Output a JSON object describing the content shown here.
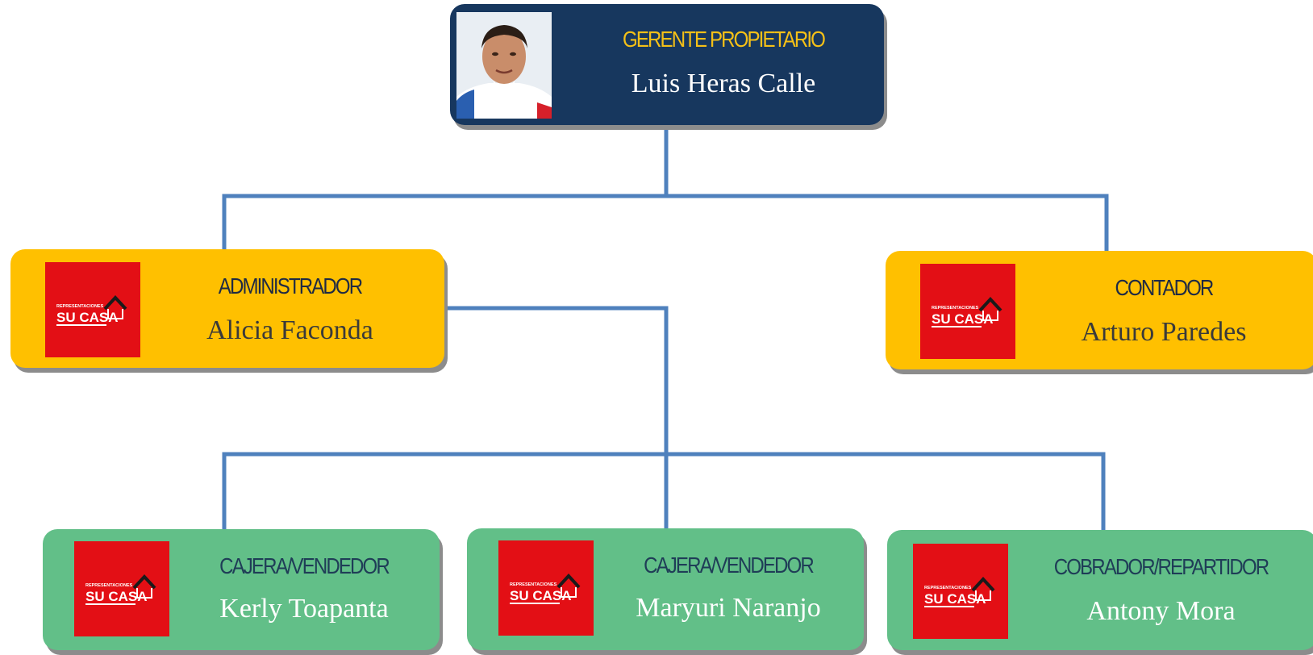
{
  "nodes": {
    "gerente": {
      "role": "GERENTE PROPIETARIO",
      "name": "Luis Heras Calle"
    },
    "administrador": {
      "role": "ADMINISTRADOR",
      "name": "Alicia Faconda"
    },
    "contador": {
      "role": "CONTADOR",
      "name": "Arturo Paredes"
    },
    "cajera1": {
      "role": "CAJERA/VENDEDOR",
      "name": "Kerly Toapanta"
    },
    "cajera2": {
      "role": "CAJERA/VENDEDOR",
      "name": "Maryuri Naranjo"
    },
    "cobrador": {
      "role": "COBRADOR/REPARTIDOR",
      "name": "Antony Mora"
    }
  },
  "logo": {
    "top_text": "REPRESENTACIONES",
    "main_text": "SU CASA"
  },
  "colors": {
    "top_box": "#17375e",
    "mid_box": "#ffc000",
    "low_box": "#62bf88",
    "connector": "#4f81bd",
    "logo_bg": "#e30f15",
    "gold_text": "#f5c017"
  }
}
